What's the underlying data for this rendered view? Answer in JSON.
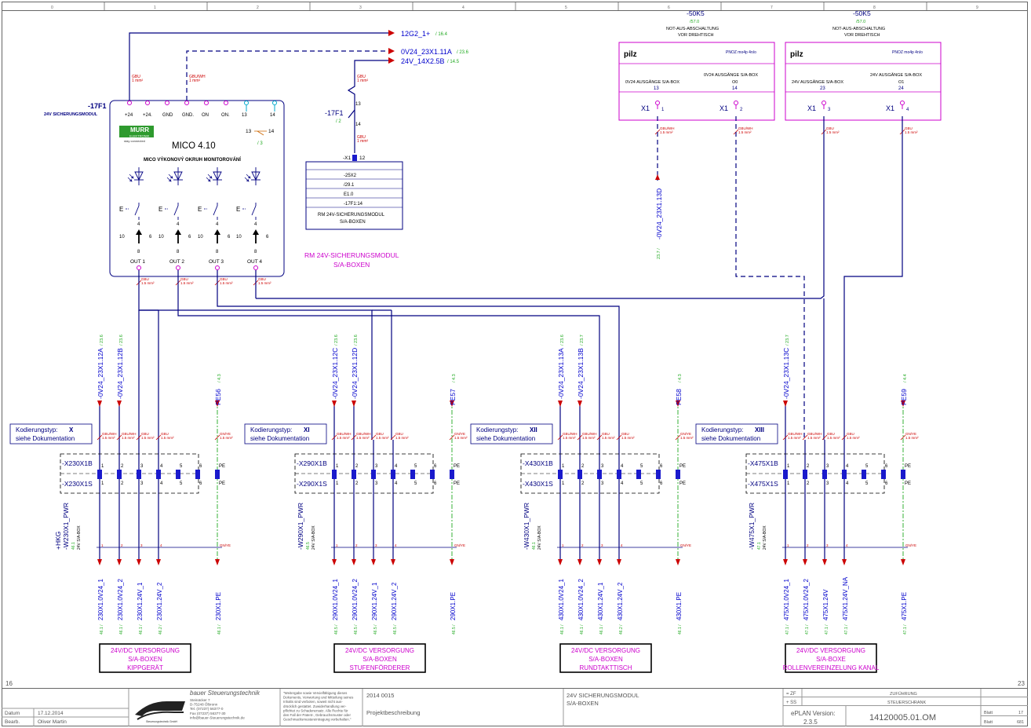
{
  "colors": {
    "wire": "#000080",
    "text_blue": "#0000cc",
    "magenta": "#cc00cc",
    "red": "#cc0000",
    "green": "#22aa22",
    "cyan": "#00aacc",
    "frame": "#666666",
    "gray_text": "#555555"
  },
  "header": {
    "columns": [
      "0",
      "1",
      "2",
      "3",
      "4",
      "5",
      "6",
      "7",
      "8",
      "9"
    ]
  },
  "top_signals": [
    {
      "label": "12G2_1+",
      "ref": "/ 16.4"
    },
    {
      "label": "0V24_23X1.11A",
      "ref": "/ 23.6"
    },
    {
      "label": "24V_14X2.5B",
      "ref": "/ 14.5"
    }
  ],
  "mico": {
    "tag": "-17F1",
    "tag_desc": "24V SICHERUNGSMODUL",
    "terminals": [
      "+24",
      "+24.",
      "GND",
      "GND.",
      "ON",
      "ON.",
      "13",
      "14"
    ],
    "logo_top": "MURR",
    "logo_bottom": "ELEKTRONIK",
    "logo_sub": "stay connected",
    "title": "MICO 4.10",
    "subtitle": "MICO VÝKONOVÝ OKRUH MONITOROVÁNÍ",
    "contact_a": "13",
    "contact_b": "14",
    "contact_ref": "/ 3",
    "channel_e": "E",
    "pin_4": "4",
    "pin_8": "8",
    "pin_10": "10",
    "pin_6": "6",
    "outputs": [
      "OUT 1",
      "OUT 2",
      "OUT 3",
      "OUT 4"
    ]
  },
  "fuse": {
    "tag": "-17F1",
    "ref": "/ 2",
    "pin_top": "13",
    "pin_bottom": "14",
    "term": "-X1",
    "term_pin": "12",
    "xref_rows": [
      "-25X2",
      "/29.1",
      "E1.0",
      "-17F1:14"
    ],
    "xref_title": "RM 24V-SICHERUNGSMODUL",
    "xref_sub": "S/A-BOXEN",
    "rm_title": "RM 24V-SICHERUNGSMODUL",
    "rm_sub": "S/A-BOXEN"
  },
  "pilz": [
    {
      "tag": "-50K5",
      "ref": "/57.0",
      "line1": "NOT-AUS-ABSCHALTUNG",
      "line2": "VOR DREHTISCH",
      "brand": "pilz",
      "model": "PNOZ mo4p 4n/o",
      "out_a": "0V24 AUSGÄNGE S/A-BOX",
      "out_b": "0V24 AUSGÄNGE S/A-BOX",
      "out_b_sub": "O0",
      "pin_a": "13",
      "pin_b": "14",
      "x1": "X1",
      "num_a": "1",
      "num_b": "2"
    },
    {
      "tag": "-50K5",
      "ref": "/57.0",
      "line1": "NOT-AUS-ABSCHALTUNG",
      "line2": "VOR DREHTISCH",
      "brand": "pilz",
      "model": "PNOZ mo4p 4n/o",
      "out_a": "24V AUSGÄNGE S/A-BOX",
      "out_b": "24V AUSGÄNGE S/A-BOX",
      "out_b_sub": "O1",
      "pin_a": "23",
      "pin_b": "24",
      "x1": "X1",
      "num_a": "3",
      "num_b": "4"
    }
  ],
  "pilz_signal": {
    "label": "-0V24_23X1.13D",
    "ref": "23.7 /"
  },
  "wire_labels": {
    "gbu": "GBU",
    "gbuwh": "GBU/WH",
    "gnye": "GN/YE",
    "mm1": "1 mm²",
    "mm15": "1.5 mm²",
    "pe": "PE"
  },
  "groups": [
    {
      "kod_type": "X",
      "kod_label": "Kodierungstyp:",
      "doc": "siehe Dokumentation",
      "top_signals": [
        {
          "label": "-0V24_23X1.12A",
          "ref": "/ 23.6"
        },
        {
          "label": "-0V24_23X1.12B",
          "ref": "/ 23.6"
        }
      ],
      "pe_signal": {
        "label": "PE56",
        "ref": "/ 4.3"
      },
      "term_b": "-X230X1B",
      "term_s": "-X230X1S",
      "pins": [
        "1",
        "2",
        "3",
        "4",
        "5",
        "6",
        "PE"
      ],
      "cable": "-W230X1_PWR",
      "cable_sub": "24V S/A-BOX",
      "cable_loc": "+HKG",
      "cable_ref": "46.1",
      "bottom": [
        "230X1.0V24_1",
        "230X1.0V24_2",
        "230X1.24V_1",
        "230X1.24V_2",
        "230X1.PE"
      ],
      "bottom_refs": [
        "46.1 /",
        "46.1 /",
        "46.1 /",
        "46.2 /",
        "46.1 /"
      ],
      "box": [
        "24V/DC VERSORGUNG",
        "S/A-BOXEN",
        "KIPPGERÄT"
      ]
    },
    {
      "kod_type": "XI",
      "kod_label": "Kodierungstyp:",
      "doc": "siehe Dokumentation",
      "top_signals": [
        {
          "label": "-0V24_23X1.12C",
          "ref": "/ 23.6"
        },
        {
          "label": "-0V24_23X1.12D",
          "ref": "/ 23.6"
        }
      ],
      "pe_signal": {
        "label": "PE57",
        "ref": "/ 4.3"
      },
      "term_b": "-X290X1B",
      "term_s": "-X290X1S",
      "pins": [
        "1",
        "2",
        "3",
        "4",
        "5",
        "6",
        "PE"
      ],
      "cable": "-W290X1_PWR",
      "cable_sub": "24V S/A-BOX",
      "cable_loc": "",
      "cable_ref": "46.5",
      "bottom": [
        "290X1.0V24_1",
        "290X1.0V24_2",
        "290X1.24V_1",
        "290X1.24V_2",
        "290X1.PE"
      ],
      "bottom_refs": [
        "46.5 /",
        "46.5 /",
        "46.5 /",
        "46.5 /",
        "46.5 /"
      ],
      "box": [
        "24V/DC VERSORGUNG",
        "S/A-BOXEN",
        "STUFENFÖRDERER"
      ]
    },
    {
      "kod_type": "XII",
      "kod_label": "Kodierungstyp:",
      "doc": "siehe Dokumentation",
      "top_signals": [
        {
          "label": "-0V24_23X1.13A",
          "ref": "/ 23.6"
        },
        {
          "label": "-0V24_23X1.13B",
          "ref": "/ 23.7"
        }
      ],
      "pe_signal": {
        "label": "PE58",
        "ref": "/ 4.3"
      },
      "term_b": "-X430X1B",
      "term_s": "-X430X1S",
      "pins": [
        "1",
        "2",
        "3",
        "4",
        "5",
        "6",
        "PE"
      ],
      "cable": "-W430X1_PWR",
      "cable_sub": "24V S/A-BOX",
      "cable_loc": "",
      "cable_ref": "46.1",
      "bottom": [
        "430X1.0V24_1",
        "430X1.0V24_2",
        "430X1.24V_1",
        "430X1.24V_2",
        "430X1.PE"
      ],
      "bottom_refs": [
        "46.1 /",
        "46.1 /",
        "46.1 /",
        "46.2 /",
        "46.1 /"
      ],
      "box": [
        "24V/DC VERSORGUNG",
        "S/A-BOXEN",
        "RUNDTAKTTISCH"
      ]
    },
    {
      "kod_type": "XIII",
      "kod_label": "Kodierungstyp:",
      "doc": "siehe Dokumentation",
      "top_signals": [
        {
          "label": "-0V24_23X1.13C",
          "ref": "/ 23.7"
        }
      ],
      "pe_signal": {
        "label": "PE59",
        "ref": "/ 4.4"
      },
      "term_b": "-X475X1B",
      "term_s": "-X475X1S",
      "pins": [
        "1",
        "2",
        "3",
        "4",
        "5",
        "6",
        "PE"
      ],
      "cable": "-W475X1_PWR",
      "cable_sub": "24V S/A-BOX",
      "cable_loc": "",
      "cable_ref": "47.1",
      "bottom": [
        "475X1.0V24_1",
        "475X1.0V24_2",
        "475X1.24V",
        "475X1.24V_NA",
        "475X1.PE"
      ],
      "bottom_refs": [
        "47.1 /",
        "47.1 /",
        "47.1 /",
        "47.1 /",
        "47.1 /"
      ],
      "box": [
        "24V/DC VERSORGUNG",
        "S/A-BOXE",
        "ROLLENVEREINZELUNG KANAL"
      ]
    }
  ],
  "page_numbers": {
    "prev": "16",
    "next": "23"
  },
  "title_block": {
    "datum_label": "Datum",
    "datum": "17.12.2014",
    "bearb_label": "Bearb.",
    "bearb": "Oliver Martin",
    "company": "bauer Steuerungstechnik",
    "addr": [
      "Steinäcker 7",
      "D-75248 Ölbronn",
      "Tel. (07237) 56377-0",
      "Fax (07237) 56377-30",
      "info@bauer-Steuerungstechnik.de"
    ],
    "legal": [
      "\"Weitergabe sowie Vervielfältigung dieses",
      "Dokuments, Verwertung und Mitteilung seines",
      "Inhalts sind verboten, soweit nicht aus-",
      "drücklich gestattet. Zuwiderhandlung ver-",
      "pflichtet zu Schadenersatz. Alle Rechte für",
      "den Fall der Patent-, Gebrauchsmuster oder",
      "Geschmacksmustereintragung vorbehalten.\""
    ],
    "logo_sub": "Steuerungstechnik GmbH",
    "project_no": "2014 0015",
    "project_desc": "Projektbeschreibung",
    "page_title": "24V SICHERUNGSMODUL",
    "page_sub": "S/A-BOXEN",
    "zf_label": "= ZF",
    "zf": "ZUFÜHRUNG",
    "ss_label": "+ SS",
    "ss": "STEUERSCHRANK",
    "eplan_label": "ePLAN Version:",
    "eplan_ver": "2.3.5",
    "drawing_no": "14120005.01.OM",
    "blatt_label": "Blatt",
    "blatt": "17",
    "blatt2_label": "Blatt",
    "blatt2": "681"
  }
}
